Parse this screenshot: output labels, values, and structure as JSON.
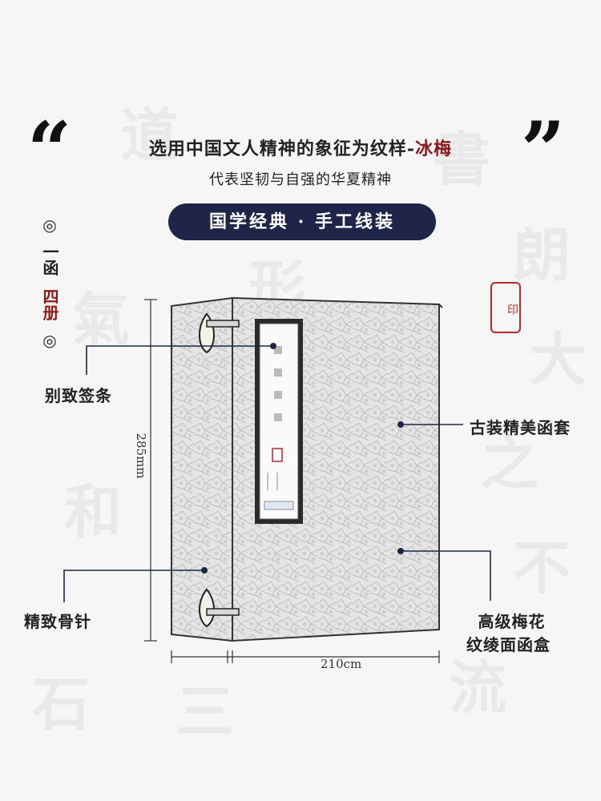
{
  "headline": {
    "main": "选用中国文人精神的象征为纹样-",
    "accent": "冰梅"
  },
  "subheadline": "代表坚韧与自强的华夏精神",
  "banner": "国学经典 · 手工线装",
  "side_label": {
    "top_mark": "◎",
    "line1": "一函",
    "line2": "四册",
    "bottom_mark": "◎"
  },
  "callouts": {
    "label_slip": "别致签条",
    "bone_clasp": "精致骨针",
    "case": "古装精美函套",
    "fabric_line1": "高级梅花",
    "fabric_line2": "纹绫面函盒"
  },
  "dimensions": {
    "height": "285mm",
    "width": "210cm"
  },
  "colors": {
    "navy": "#1f2548",
    "accent_red": "#8b1a1a"
  },
  "quote_marks": {
    "open": "“",
    "close": "”"
  }
}
